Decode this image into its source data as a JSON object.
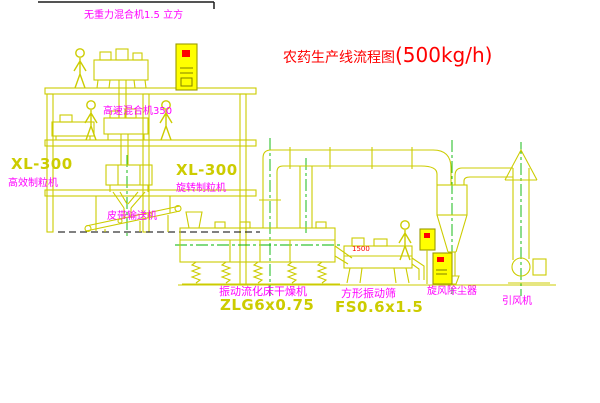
{
  "title": {
    "name_cn": "农药生产线流程图",
    "capacity": "(500kg/h)"
  },
  "labels": {
    "top_mixer": "无重力混合机1.5 立方",
    "high_speed_mixer": "高速混合机350",
    "granulator_left_model": "XL-300",
    "granulator_left_name": "高效制粒机",
    "granulator_center_model": "XL-300",
    "granulator_center_name": "旋转制粒机",
    "belt_conveyor": "皮带输送机",
    "dryer_name": "振动流化床干燥机",
    "dryer_model": "ZLG6x0.75",
    "screen_name": "方形振动筛",
    "screen_model": "FS0.6x1.5",
    "cyclone_name": "旋风除尘器",
    "fan_name": "引风机",
    "dim_label": "1500"
  },
  "colors": {
    "line_yellow": "#cccc00",
    "centerline_green": "#00b400",
    "label_magenta": "#ff00ff",
    "title_red": "#ff0000",
    "cabinet_fill": "#ffff00",
    "background": "#ffffff"
  }
}
